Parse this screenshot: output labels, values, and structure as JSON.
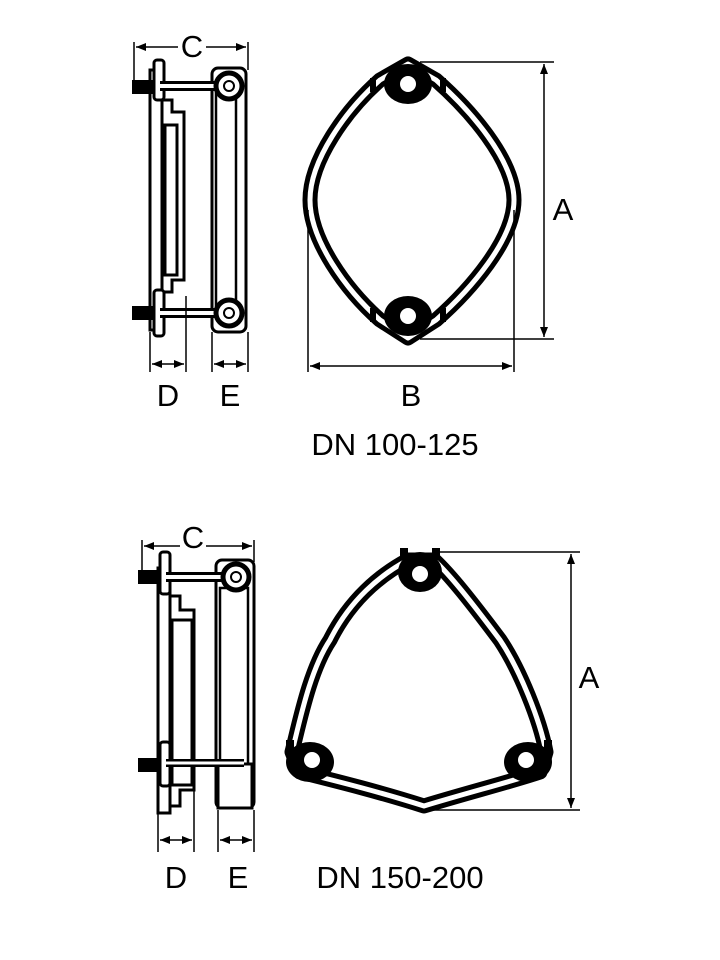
{
  "flange_small": {
    "dims": {
      "c": "C",
      "d": "D",
      "e": "E",
      "a": "A",
      "b": "B"
    },
    "caption": "DN 100-125"
  },
  "flange_large": {
    "dims": {
      "c": "C",
      "d": "D",
      "e": "E",
      "a": "A"
    },
    "caption": "DN 150-200"
  },
  "colors": {
    "ink": "#000000",
    "background": "#ffffff"
  }
}
